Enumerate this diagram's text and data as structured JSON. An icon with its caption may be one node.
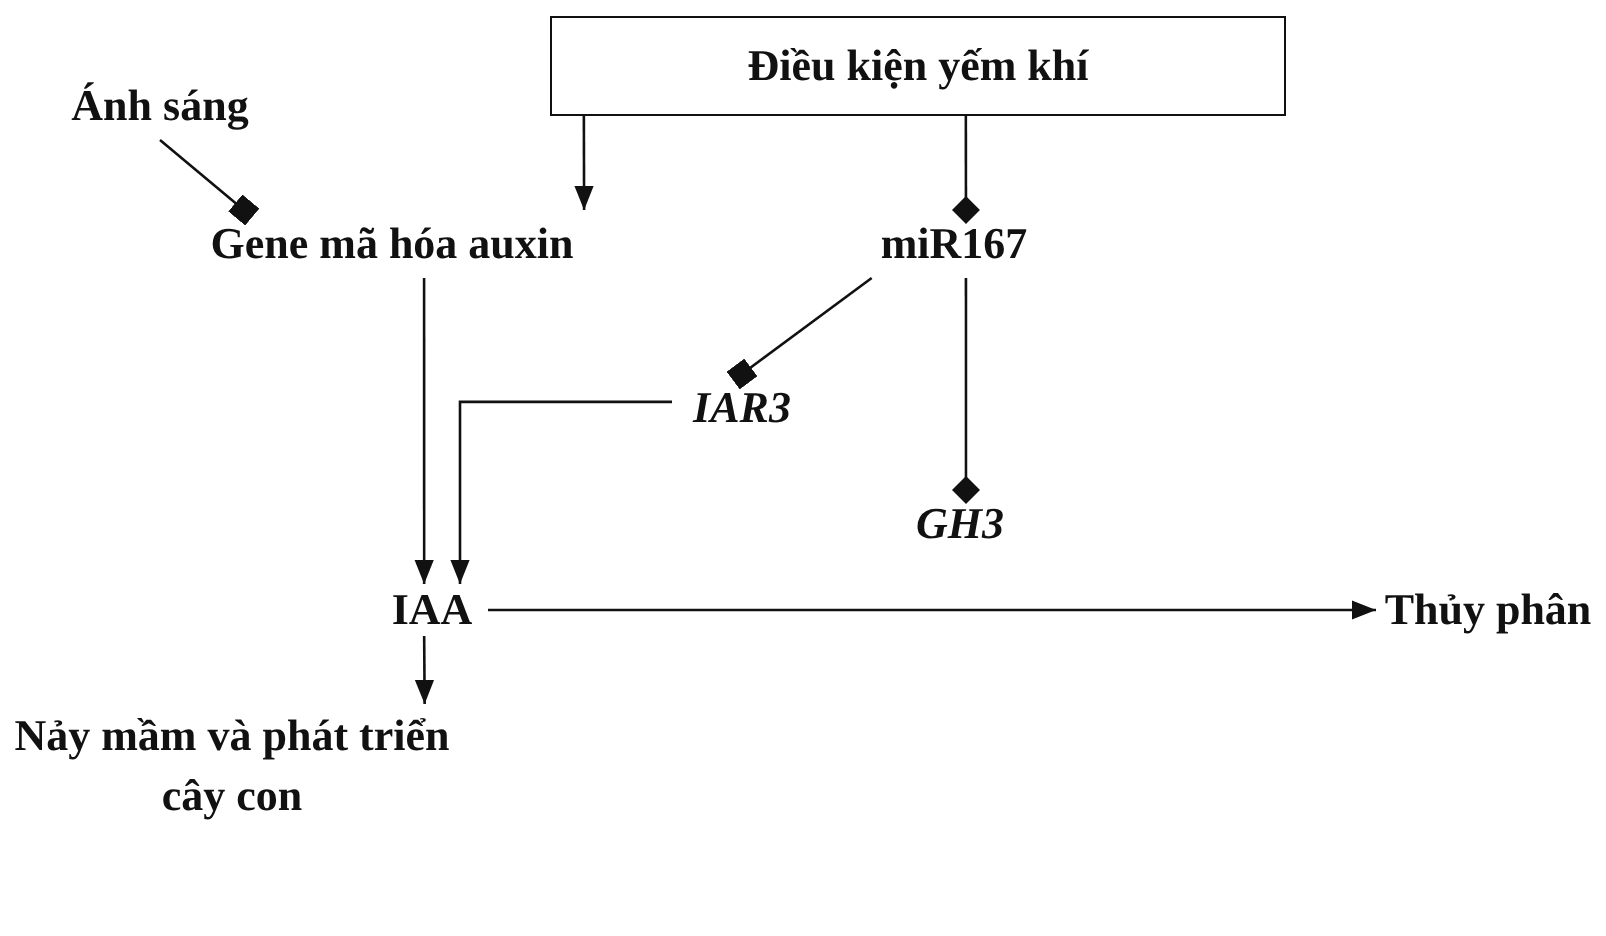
{
  "diagram": {
    "nodes": [
      {
        "text": [
          "Điều kiện yếm khí"
        ]
      },
      {
        "text": [
          "Ánh sáng"
        ]
      },
      {
        "text": [
          "Gene mã hóa auxin"
        ]
      },
      {
        "text": [
          "miR167"
        ]
      },
      {
        "text": [
          "*IAR3*"
        ]
      },
      {
        "text": [
          "*GH3*"
        ]
      },
      {
        "text": [
          "IAA"
        ]
      },
      {
        "text": [
          "Thủy phân"
        ]
      },
      {
        "text": [
          "Nảy mầm và phát triển cây con"
        ]
      }
    ],
    "edges": [
      {
        "from": 0,
        "to": 2,
        "arrow": "to"
      },
      {
        "from": 0,
        "to": 3,
        "arrow": "other"
      },
      {
        "from": 1,
        "to": 2,
        "arrow": "other"
      },
      {
        "from": 3,
        "to": 4,
        "arrow": "other"
      },
      {
        "from": 3,
        "to": 5,
        "arrow": "other"
      },
      {
        "from": 2,
        "to": 6,
        "arrow": "to"
      },
      {
        "from": 4,
        "to": 6,
        "arrow": "to"
      },
      {
        "from": 6,
        "to": 7,
        "arrow": "to"
      },
      {
        "from": 6,
        "to": 8,
        "arrow": "to"
      }
    ]
  }
}
